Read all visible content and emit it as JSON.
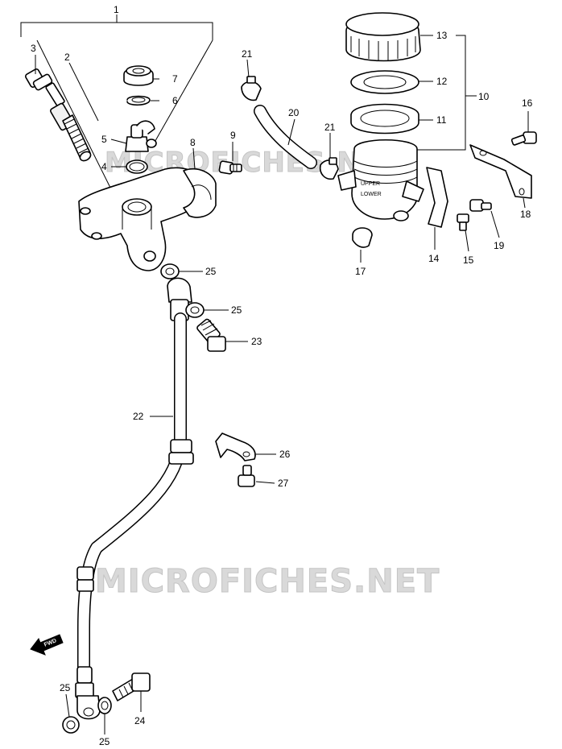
{
  "watermark": "MICROFICHES.NET",
  "reservoir_markings": {
    "upper": "UPPER",
    "lower": "LOWER"
  },
  "direction_label": "FWD",
  "callouts": [
    "1",
    "2",
    "3",
    "4",
    "5",
    "6",
    "7",
    "8",
    "9",
    "10",
    "11",
    "12",
    "13",
    "14",
    "15",
    "16",
    "17",
    "18",
    "19",
    "20",
    "21",
    "21",
    "22",
    "23",
    "24",
    "25",
    "25",
    "25",
    "25",
    "26",
    "27"
  ]
}
